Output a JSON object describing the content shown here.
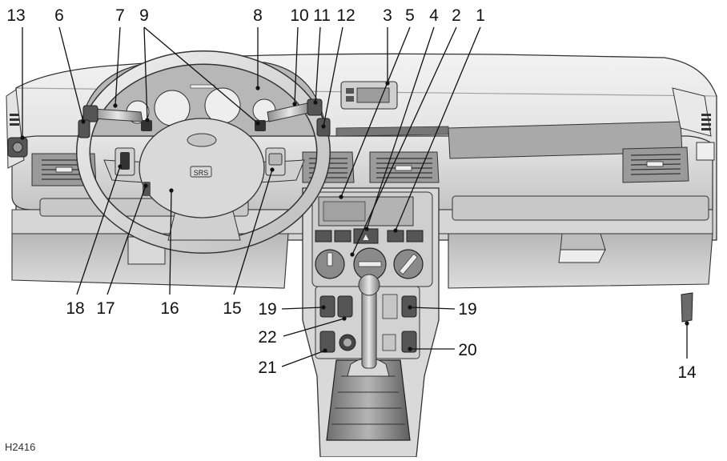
{
  "figure_code": "H2416",
  "airbag_label": "SRS",
  "hazard_symbol": "▲",
  "callouts": [
    {
      "id": "1",
      "text": "1"
    },
    {
      "id": "2",
      "text": "2"
    },
    {
      "id": "3",
      "text": "3"
    },
    {
      "id": "4",
      "text": "4"
    },
    {
      "id": "5",
      "text": "5"
    },
    {
      "id": "6",
      "text": "6"
    },
    {
      "id": "7",
      "text": "7"
    },
    {
      "id": "8",
      "text": "8"
    },
    {
      "id": "9",
      "text": "9"
    },
    {
      "id": "10",
      "text": "10"
    },
    {
      "id": "11",
      "text": "11"
    },
    {
      "id": "12",
      "text": "12"
    },
    {
      "id": "13",
      "text": "13"
    },
    {
      "id": "14",
      "text": "14"
    },
    {
      "id": "15",
      "text": "15"
    },
    {
      "id": "16",
      "text": "16"
    },
    {
      "id": "17",
      "text": "17"
    },
    {
      "id": "18",
      "text": "18"
    },
    {
      "id": "19a",
      "text": "19"
    },
    {
      "id": "19b",
      "text": "19"
    },
    {
      "id": "20",
      "text": "20"
    },
    {
      "id": "21",
      "text": "21"
    },
    {
      "id": "22",
      "text": "22"
    }
  ]
}
